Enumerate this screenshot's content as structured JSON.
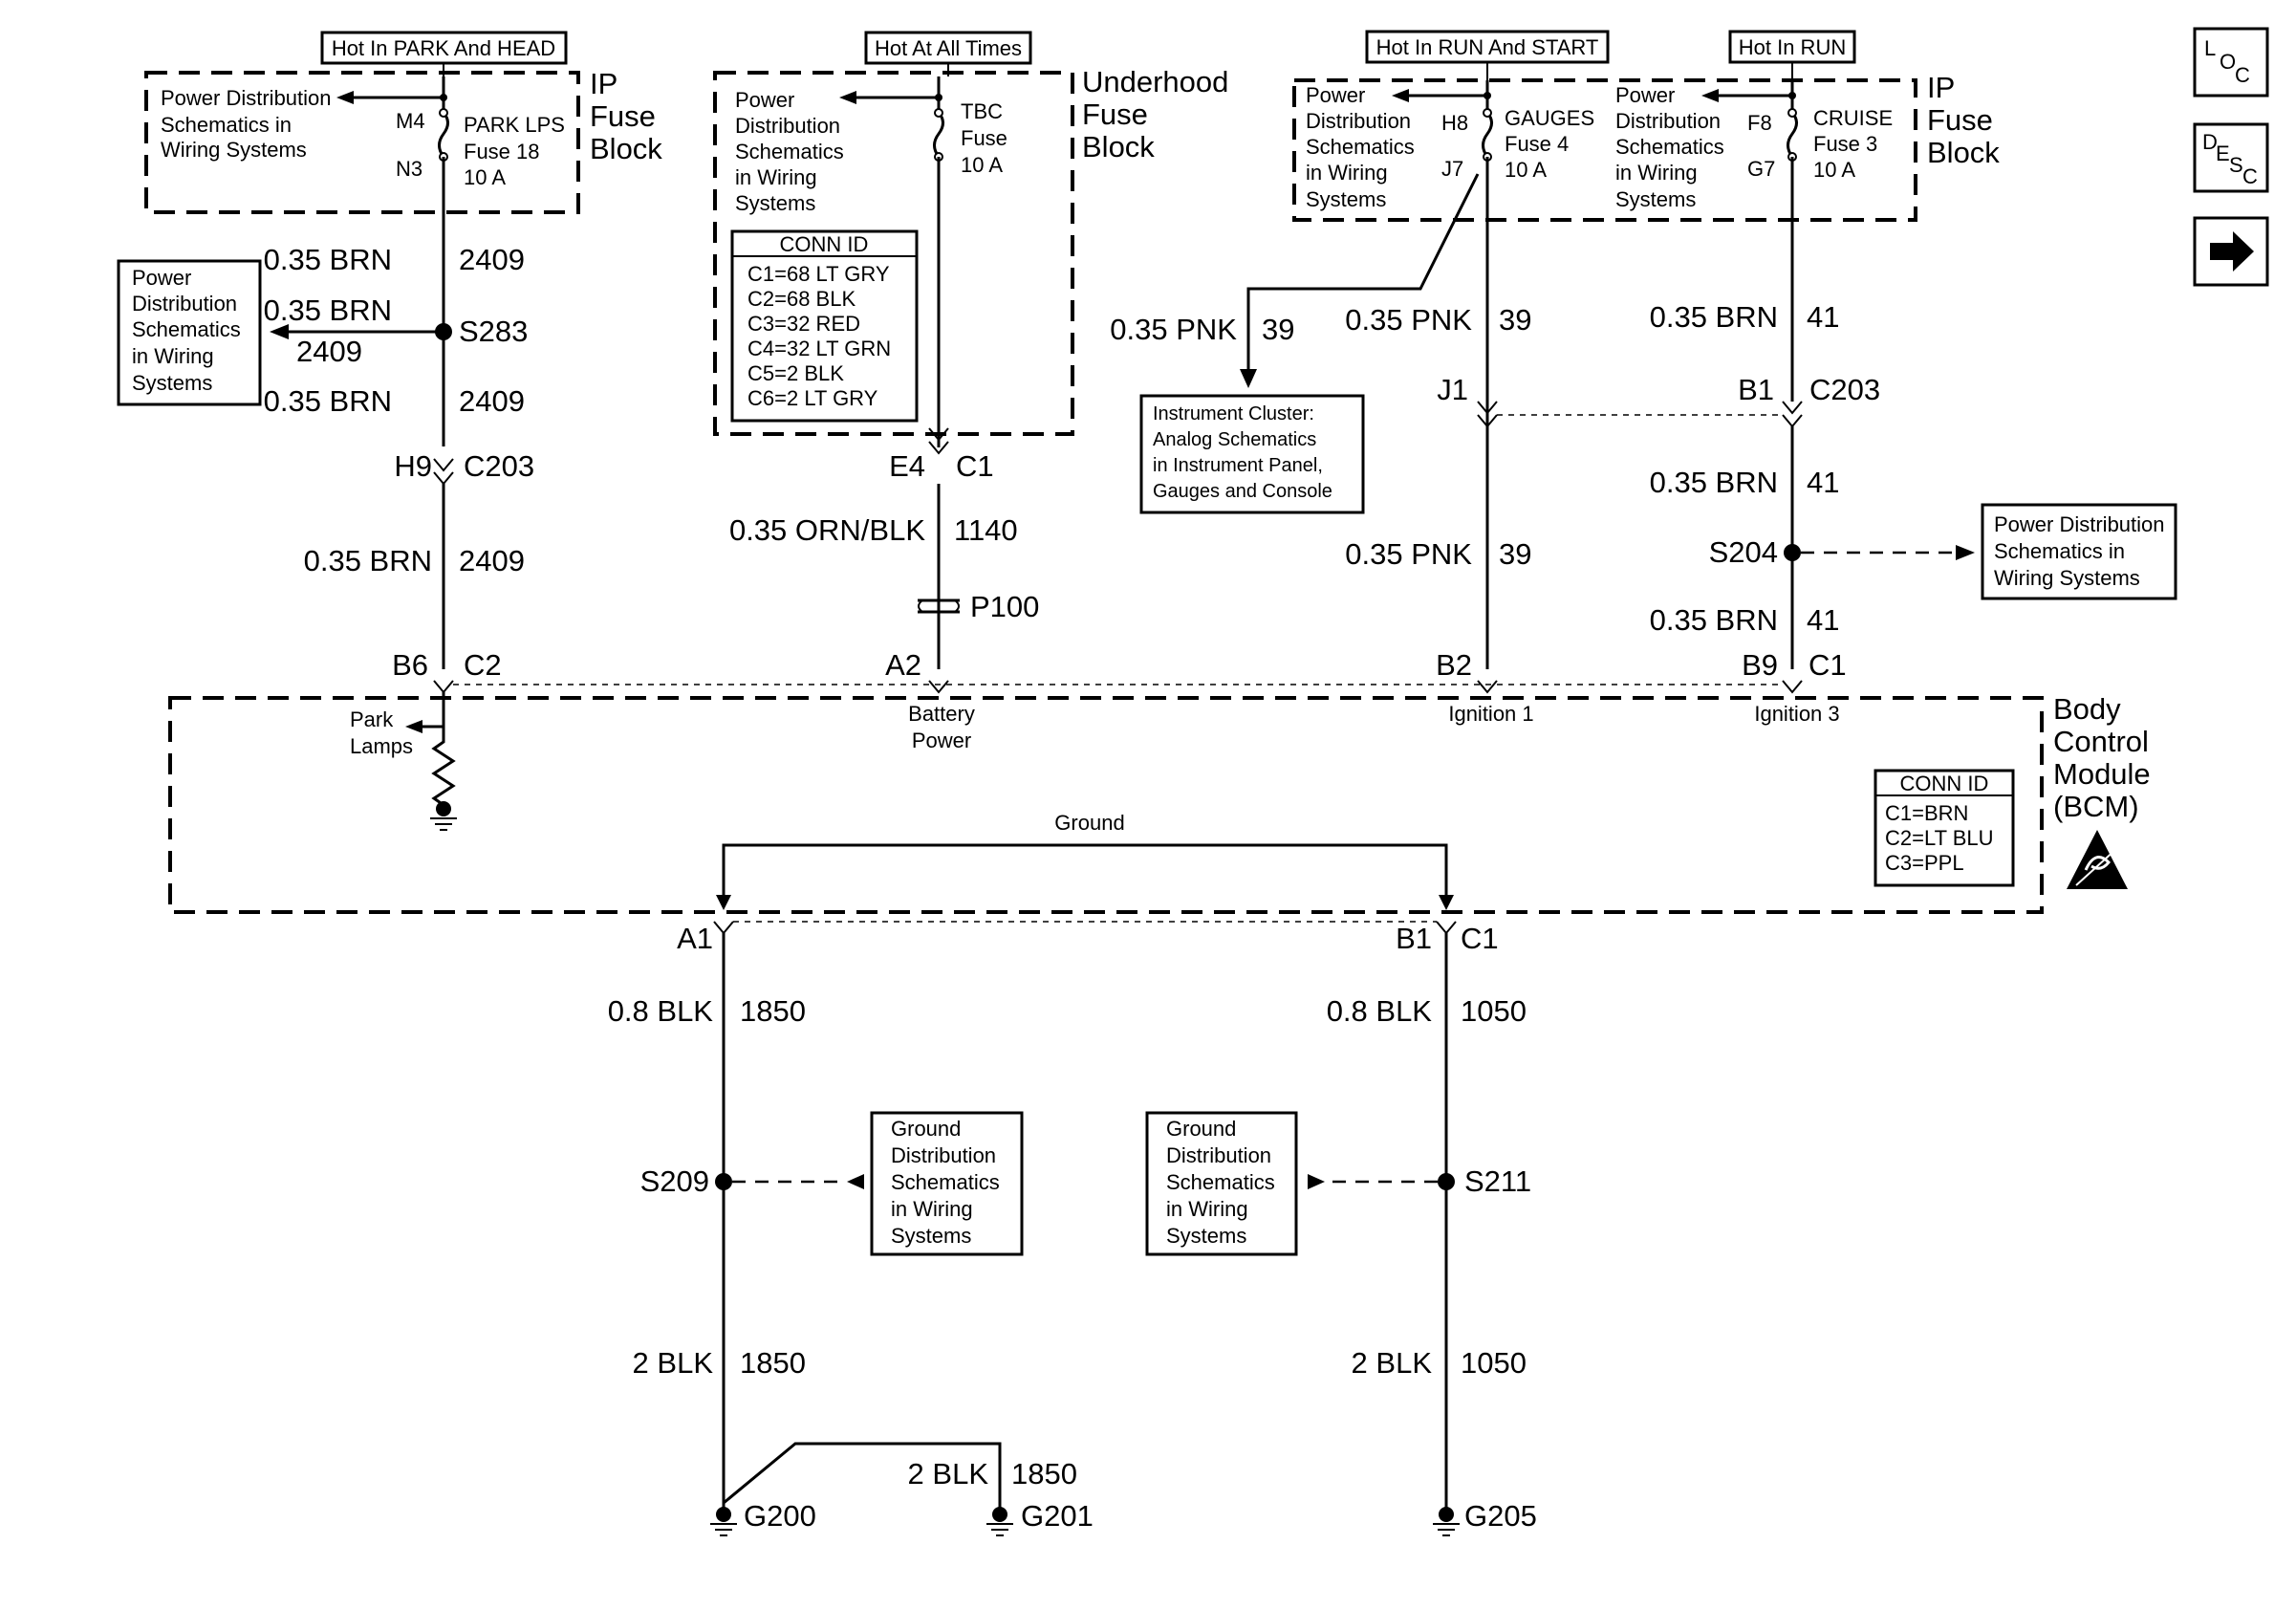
{
  "hot_labels": {
    "park_head": "Hot In PARK And HEAD",
    "all_times": "Hot At All Times",
    "run_start": "Hot In RUN And START",
    "run": "Hot In RUN"
  },
  "fuse_blocks": {
    "ip_left": [
      "IP",
      "Fuse",
      "Block"
    ],
    "underhood": [
      "Underhood",
      "Fuse",
      "Block"
    ],
    "ip_right": [
      "IP",
      "Fuse",
      "Block"
    ]
  },
  "fuses": {
    "park_lps": {
      "in_pin": "M4",
      "out_pin": "N3",
      "lines": [
        "PARK LPS",
        "Fuse 18",
        "10 A"
      ]
    },
    "tbc": {
      "lines": [
        "TBC",
        "Fuse",
        "10 A"
      ]
    },
    "gauges": {
      "in_pin": "H8",
      "out_pin": "J7",
      "lines": [
        "GAUGES",
        "Fuse 4",
        "10 A"
      ]
    },
    "cruise": {
      "in_pin": "F8",
      "out_pin": "G7",
      "lines": [
        "CRUISE",
        "Fuse 3",
        "10 A"
      ]
    }
  },
  "ref_notes": {
    "pd_park": [
      "Power Distribution",
      "Schematics in",
      "Wiring Systems"
    ],
    "pd_tbc": [
      "Power",
      "Distribution",
      "Schematics",
      "in Wiring",
      "Systems"
    ],
    "pd_gauges": [
      "Power",
      "Distribution",
      "Schematics",
      "in Wiring",
      "Systems"
    ],
    "pd_cruise": [
      "Power",
      "Distribution",
      "Schematics",
      "in Wiring",
      "Systems"
    ],
    "pd_s283": [
      "Power",
      "Distribution",
      "Schematics",
      "in Wiring",
      "Systems"
    ],
    "instrument_cluster": [
      "Instrument Cluster:",
      "Analog Schematics",
      "in Instrument Panel,",
      "Gauges and Console"
    ],
    "pd_s204": [
      "Power Distribution",
      "Schematics in",
      "Wiring Systems"
    ],
    "gd_s209": [
      "Ground",
      "Distribution",
      "Schematics",
      "in Wiring",
      "Systems"
    ],
    "gd_s211": [
      "Ground",
      "Distribution",
      "Schematics",
      "in Wiring",
      "Systems"
    ]
  },
  "conn_id_fuse": {
    "title": "CONN ID",
    "rows": [
      "C1=68 LT GRY",
      "C2=68 BLK",
      "C3=32 RED",
      "C4=32 LT GRN",
      "C5=2 BLK",
      "C6=2 LT GRY"
    ]
  },
  "conn_id_bcm": {
    "title": "CONN ID",
    "rows": [
      "C1=BRN",
      "C2=LT BLU",
      "C3=PPL"
    ]
  },
  "wires": {
    "park_1": {
      "gauge": "0.35 BRN",
      "circuit": "2409"
    },
    "park_2": {
      "gauge": "0.35 BRN",
      "circuit": "2409"
    },
    "park_3": {
      "gauge": "0.35 BRN",
      "circuit": "2409"
    },
    "park_4": {
      "gauge": "0.35 BRN",
      "circuit": "2409"
    },
    "tbc": {
      "gauge": "0.35 ORN/BLK",
      "circuit": "1140"
    },
    "pnk_branch": {
      "gauge": "0.35 PNK",
      "circuit": "39"
    },
    "pnk_1": {
      "gauge": "0.35 PNK",
      "circuit": "39"
    },
    "pnk_2": {
      "gauge": "0.35 PNK",
      "circuit": "39"
    },
    "brn41_1": {
      "gauge": "0.35 BRN",
      "circuit": "41"
    },
    "brn41_2": {
      "gauge": "0.35 BRN",
      "circuit": "41"
    },
    "brn41_3": {
      "gauge": "0.35 BRN",
      "circuit": "41"
    },
    "gnd_a1": {
      "gauge": "0.8 BLK",
      "circuit": "1850"
    },
    "gnd_b1": {
      "gauge": "0.8 BLK",
      "circuit": "1050"
    },
    "gnd_s209": {
      "gauge": "2 BLK",
      "circuit": "1850"
    },
    "gnd_s211": {
      "gauge": "2 BLK",
      "circuit": "1050"
    },
    "gnd_g201": {
      "gauge": "2 BLK",
      "circuit": "1850"
    }
  },
  "splices": {
    "s283": "S283",
    "s204": "S204",
    "s209": "S209",
    "s211": "S211"
  },
  "connectors": {
    "h9": "H9",
    "c203_left": "C203",
    "e4": "E4",
    "c1_top": "C1",
    "j1": "J1",
    "b1_top": "B1",
    "c203_right": "C203",
    "p100": "P100",
    "b6": "B6",
    "c2": "C2",
    "a2": "A2",
    "b2": "B2",
    "b9": "B9",
    "c1_bcm": "C1",
    "a1": "A1",
    "b1_bottom": "B1",
    "c1_bottom": "C1"
  },
  "bcm": {
    "title": [
      "Body",
      "Control",
      "Module",
      "(BCM)"
    ],
    "park_lamps": [
      "Park",
      "Lamps"
    ],
    "battery_power": [
      "Battery",
      "Power"
    ],
    "ignition1": "Ignition 1",
    "ignition3": "Ignition 3",
    "ground": "Ground"
  },
  "grounds": {
    "g200": "G200",
    "g201": "G201",
    "g205": "G205"
  },
  "nav": {
    "loc": [
      "L",
      "O",
      "C"
    ],
    "desc": [
      "D",
      "E",
      "S",
      "C"
    ]
  }
}
